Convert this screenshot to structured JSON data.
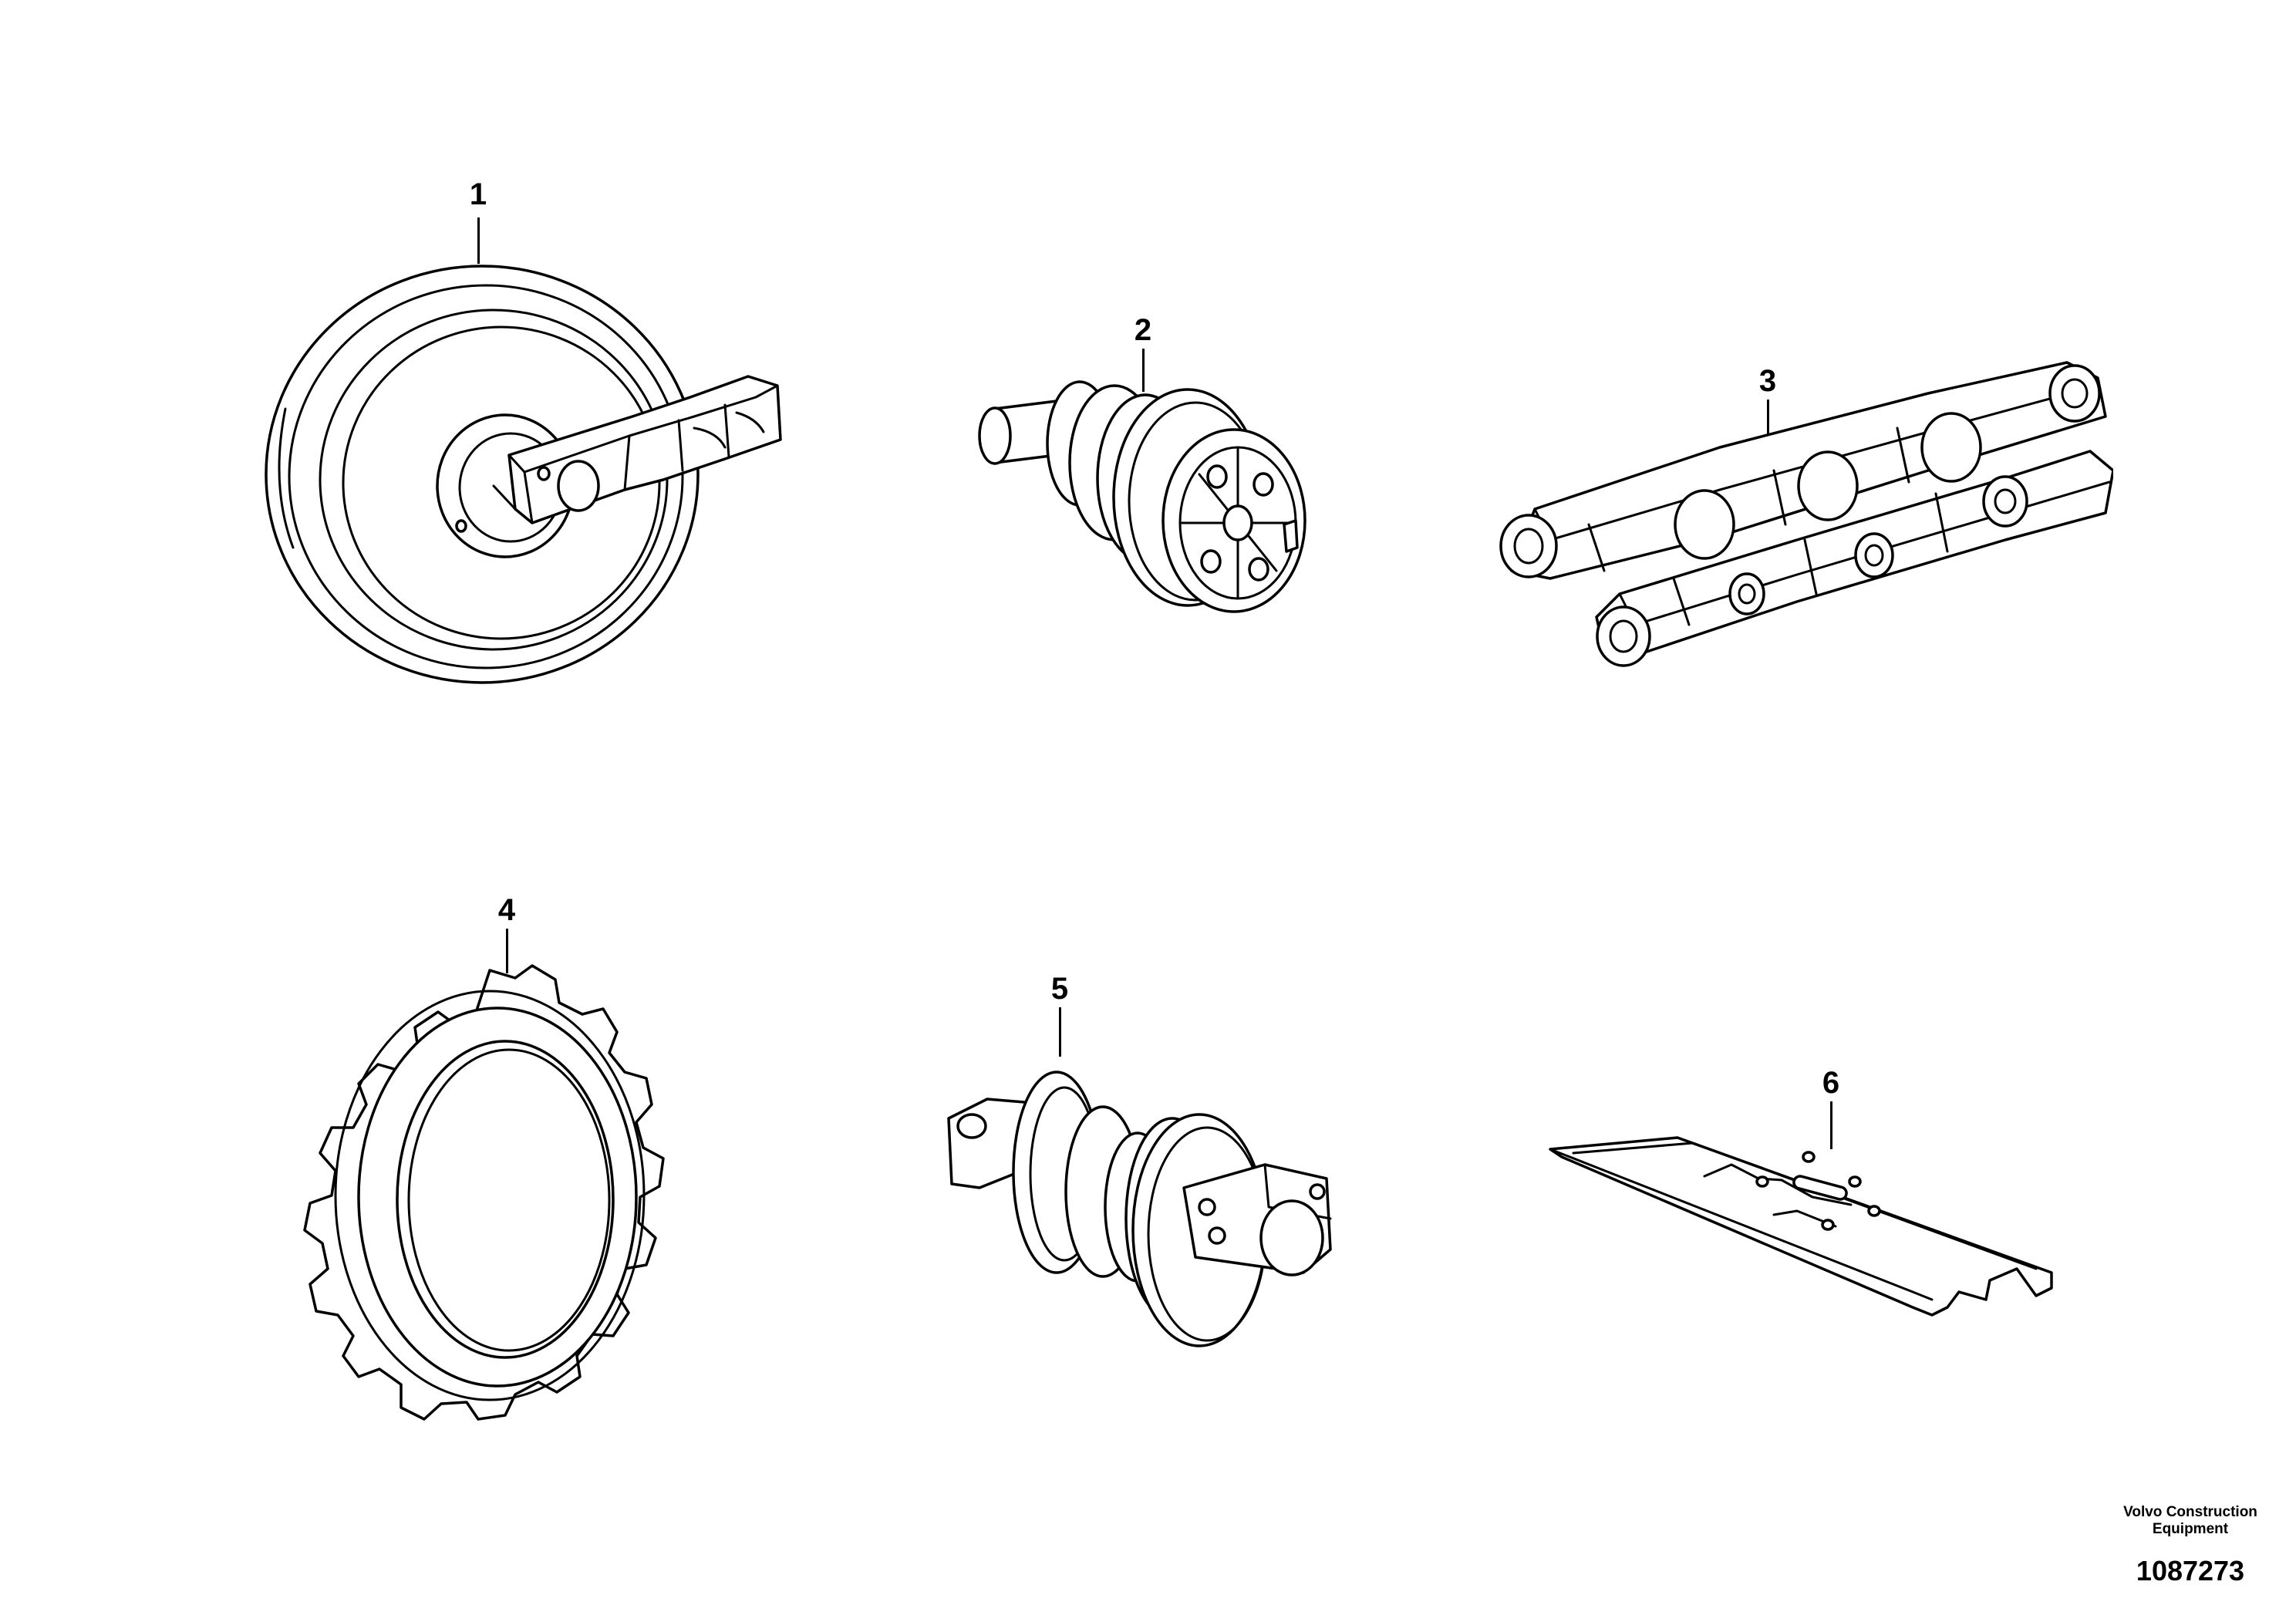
{
  "diagram": {
    "parts": [
      {
        "callout": "1",
        "icon": "front-idler-icon"
      },
      {
        "callout": "2",
        "icon": "carrier-roller-icon"
      },
      {
        "callout": "3",
        "icon": "track-chain-icon"
      },
      {
        "callout": "4",
        "icon": "sprocket-icon"
      },
      {
        "callout": "5",
        "icon": "track-roller-icon"
      },
      {
        "callout": "6",
        "icon": "track-shoe-icon"
      }
    ]
  },
  "footer": {
    "brand_line1": "Volvo Construction",
    "brand_line2": "Equipment",
    "doc_number": "1087273"
  }
}
